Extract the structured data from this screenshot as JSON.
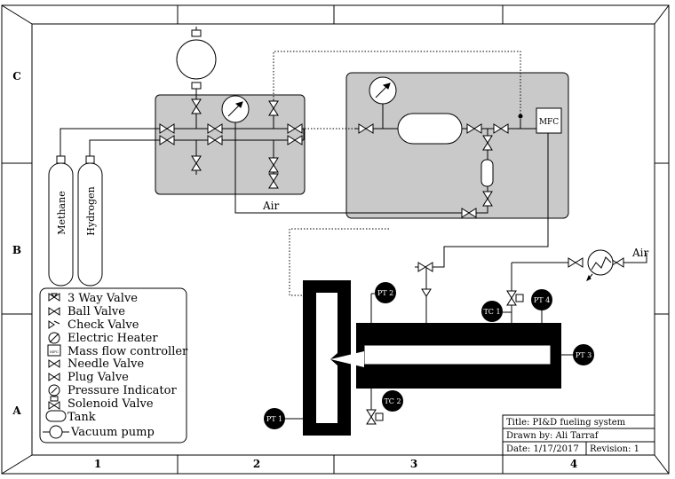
{
  "frame": {
    "columns": [
      "1",
      "2",
      "3",
      "4"
    ],
    "rows": [
      "C",
      "B",
      "A"
    ]
  },
  "cylinders": [
    {
      "label": "Methane"
    },
    {
      "label": "Hydrogen"
    }
  ],
  "air_labels": {
    "panel": "Air",
    "heater": "Air"
  },
  "mfc_label": "MFC",
  "instruments": {
    "pt1": "PT 1",
    "pt2": "PT 2",
    "pt3": "PT 3",
    "pt4": "PT 4",
    "tc1": "TC 1",
    "tc2": "TC 2"
  },
  "legend": [
    {
      "icon": "3-way-valve",
      "label": "3 Way Valve"
    },
    {
      "icon": "ball-valve",
      "label": "Ball Valve"
    },
    {
      "icon": "check-valve",
      "label": "Check Valve"
    },
    {
      "icon": "electric-heater",
      "label": "Electric Heater"
    },
    {
      "icon": "mass-flow-controller",
      "label": "Mass flow controller"
    },
    {
      "icon": "needle-valve",
      "label": "Needle Valve"
    },
    {
      "icon": "plug-valve",
      "label": "Plug Valve"
    },
    {
      "icon": "pressure-indicator",
      "label": "Pressure Indicator"
    },
    {
      "icon": "solenoid-valve",
      "label": "Solenoid Valve"
    },
    {
      "icon": "tank",
      "label": "Tank"
    },
    {
      "icon": "vacuum-pump",
      "label": "Vacuum pump"
    }
  ],
  "legend_mfc_icon_text": "MFC",
  "title_block": {
    "title": "Title: PI&D fueling system",
    "drawn_by": "Drawn by: Ali Tarraf",
    "date": "Date: 1/17/2017",
    "revision": "Revision: 1"
  }
}
